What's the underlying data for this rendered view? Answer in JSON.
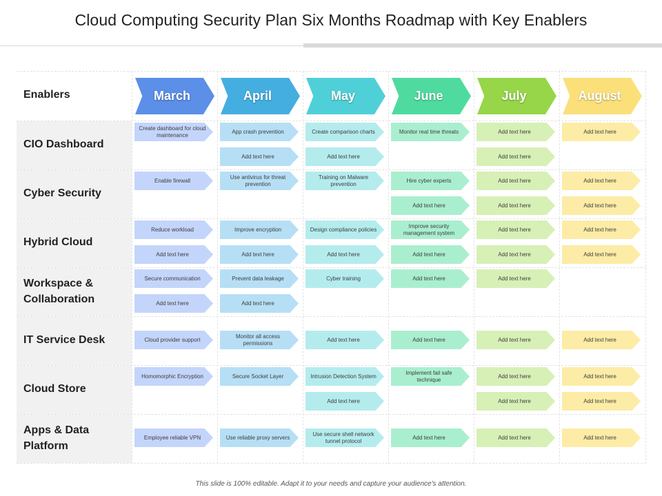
{
  "title": "Cloud Computing Security Plan Six Months Roadmap with Key Enablers",
  "enablers_label": "Enablers",
  "footer": "This slide is 100% editable. Adapt it to your needs and capture your audience's attention.",
  "months": [
    {
      "label": "March",
      "color": "#5b8fe8"
    },
    {
      "label": "April",
      "color": "#45aee0"
    },
    {
      "label": "May",
      "color": "#4fd0d8"
    },
    {
      "label": "June",
      "color": "#4fdb9f"
    },
    {
      "label": "July",
      "color": "#96d648"
    },
    {
      "label": "August",
      "color": "#fbe07a"
    }
  ],
  "chip_colors": [
    "#c4d5fb",
    "#b6dff5",
    "#b4ecee",
    "#a9efcf",
    "#d7f0b6",
    "#fdeca6"
  ],
  "rows": [
    {
      "label": "CIO Dashboard",
      "cells": [
        [
          "Create dashboard for cloud maintenance"
        ],
        [
          "App crash prevention",
          "Add text here"
        ],
        [
          "Create comparison charts",
          "Add text here"
        ],
        [
          "Monitor real time threats"
        ],
        [
          "Add text here",
          "Add text here"
        ],
        [
          "Add text here"
        ]
      ]
    },
    {
      "label": "Cyber Security",
      "cells": [
        [
          "Enable firewall"
        ],
        [
          "Use antivirus for threat prevention"
        ],
        [
          "Training on Malware prevention"
        ],
        [
          "Hire cyber experts",
          "Add text here"
        ],
        [
          "Add text here",
          "Add text here"
        ],
        [
          "Add text here",
          "Add text here"
        ]
      ]
    },
    {
      "label": "Hybrid Cloud",
      "cells": [
        [
          "Reduce workload",
          "Add text here"
        ],
        [
          "Improve encryption",
          "Add text here"
        ],
        [
          "Design compliance policies",
          "Add text here"
        ],
        [
          "Improve security management system",
          "Add text here"
        ],
        [
          "Add text here",
          "Add text here"
        ],
        [
          "Add text here",
          "Add text here"
        ]
      ]
    },
    {
      "label": "Workspace & Collaboration",
      "cells": [
        [
          "Secure communication",
          "Add text here"
        ],
        [
          "Prevent data leakage",
          "Add text here"
        ],
        [
          "Cyber training"
        ],
        [
          "Add text here"
        ],
        [
          "Add text here"
        ],
        []
      ]
    },
    {
      "label": "IT Service Desk",
      "cells": [
        [
          "Cloud provider support"
        ],
        [
          "Monitor all access permissions"
        ],
        [
          "Add text here"
        ],
        [
          "Add text here"
        ],
        [
          "Add text here"
        ],
        [
          "Add text here"
        ]
      ]
    },
    {
      "label": "Cloud Store",
      "cells": [
        [
          "Homomorphic Encryption"
        ],
        [
          "Secure Socket Layer"
        ],
        [
          "Intrusion Detection System",
          "Add text here"
        ],
        [
          "Implement fail safe technique"
        ],
        [
          "Add text here",
          "Add text here"
        ],
        [
          "Add text here",
          "Add text here"
        ]
      ]
    },
    {
      "label": "Apps & Data Platform",
      "cells": [
        [
          "Employee reliable VPN"
        ],
        [
          "Use reliable proxy servers"
        ],
        [
          "Use secure shell network tunnel protocol"
        ],
        [
          "Add text here"
        ],
        [
          "Add text here"
        ],
        [
          "Add text here"
        ]
      ]
    }
  ]
}
